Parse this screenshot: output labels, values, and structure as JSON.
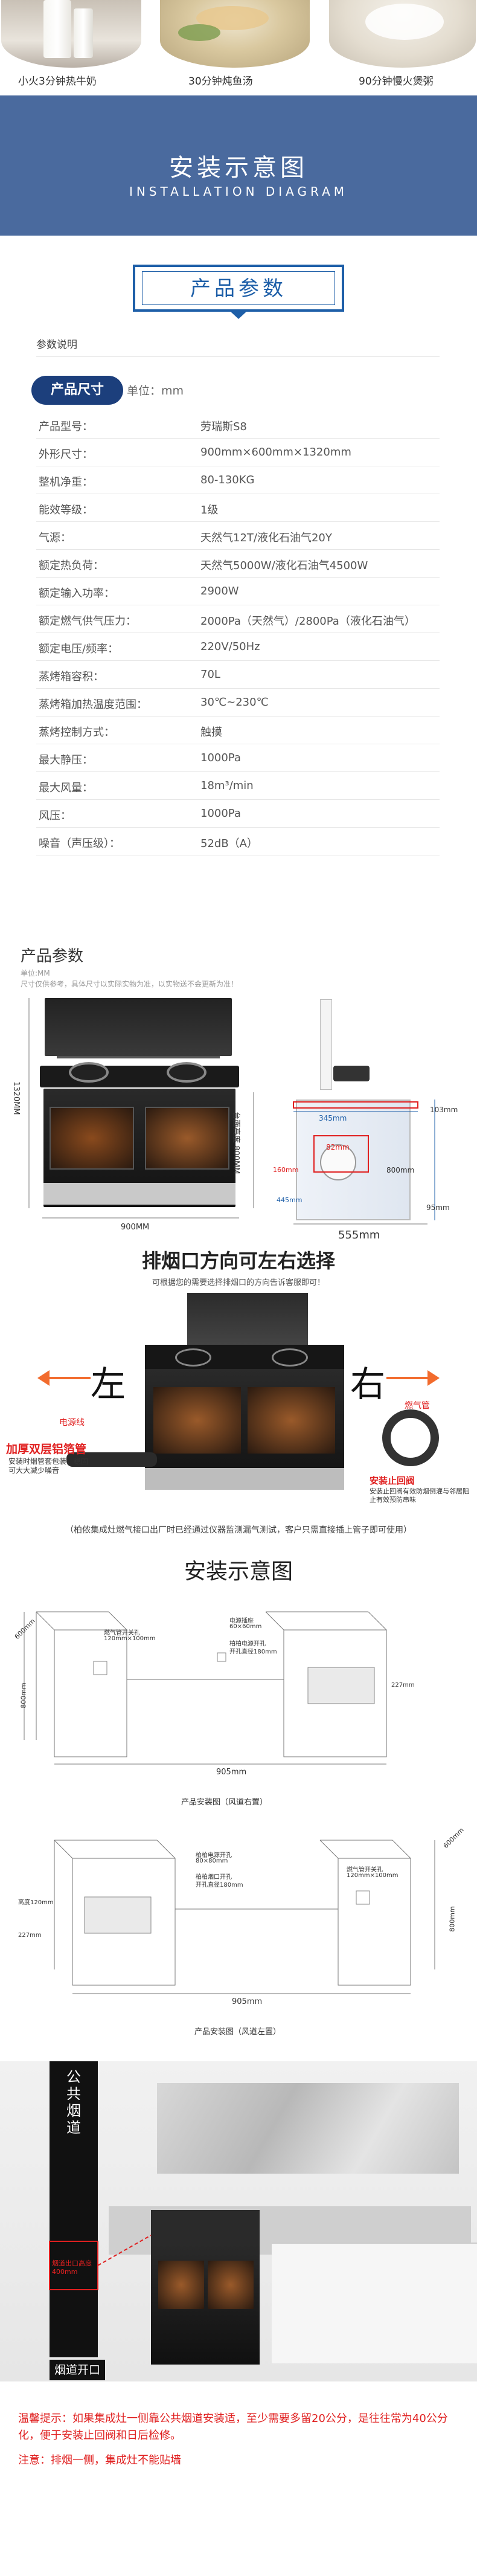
{
  "top_strip": {
    "captions": [
      "小火3分钟热牛奶",
      "30分钟炖鱼汤",
      "90分钟慢火煲粥"
    ]
  },
  "banner": {
    "title": "安装示意图",
    "subtitle": "INSTALLATION DIAGRAM"
  },
  "product_params": {
    "badge": "产品参数",
    "section_label": "参数说明",
    "size_badge": "产品尺寸",
    "size_unit": "单位：mm",
    "rows": [
      {
        "key": "产品型号：",
        "value": "劳瑞斯S8"
      },
      {
        "key": "外形尺寸：",
        "value": "900mm×600mm×1320mm"
      },
      {
        "key": "整机净重：",
        "value": "80-130KG"
      },
      {
        "key": "能效等级：",
        "value": "1级"
      },
      {
        "key": "气源：",
        "value": "天然气12T/液化石油气20Y"
      },
      {
        "key": "额定热负荷：",
        "value": "天然气5000W/液化石油气4500W"
      },
      {
        "key": "额定输入功率：",
        "value": "2900W"
      },
      {
        "key": "额定燃气供气压力：",
        "value": "2000Pa（天然气）/2800Pa（液化石油气）"
      },
      {
        "key": "额定电压/频率：",
        "value": "220V/50Hz"
      },
      {
        "key": "蒸烤箱容积：",
        "value": "70L"
      },
      {
        "key": "蒸烤箱加热温度范围：",
        "value": "30℃~230℃"
      },
      {
        "key": "蒸烤控制方式：",
        "value": "触摸"
      },
      {
        "key": "最大静压：",
        "value": "1000Pa"
      },
      {
        "key": "最大风量：",
        "value": "18m³/min"
      },
      {
        "key": "风压：",
        "value": "1000Pa"
      },
      {
        "key": "噪音（声压级）：",
        "value": "52dB（A）"
      }
    ]
  },
  "dimensions": {
    "title": "产品参数",
    "unit": "单位:MM",
    "note": "尺寸仅供参考，具体尺寸以实际实物为准，以实物送不会更新为准！",
    "height_label": "1320MM",
    "width_label": "900MM",
    "table_height_label": "台面高度 800MM",
    "side_top": "103mm",
    "side_depth": "345mm",
    "side_opening": "82mm",
    "side_hole": "160mm",
    "side_height": "800mm",
    "side_bottom": "95mm",
    "side_left": "445mm",
    "side_width": "555mm"
  },
  "exhaust": {
    "title": "排烟口方向可左右选择",
    "subtitle": "可根据您的需要选择排烟口的方向告诉客服即可！",
    "left": "左",
    "right": "右",
    "power_line": "电源线",
    "gas_pipe": "燃气管",
    "hose_title": "加厚双层铝箔管",
    "hose_desc": "安装时烟管套包装，稳固可大大减少噪音",
    "valve_title": "安装止回阀",
    "valve_desc": "安装止回阀有效防烟倒灌与邻居阻止有效预防串味",
    "footnote": "（柏侬集成灶燃气接口出厂时已经通过仪器监测漏气测试，客户只需直接插上管子即可使用）"
  },
  "install": {
    "title": "安装示意图",
    "d1": {
      "dim_600": "600mm",
      "dim_800": "800mm",
      "gas_switch": "燃气管开关孔",
      "gas_size": "120mm×100mm",
      "power_socket": "电源插座",
      "power_size": "60×60mm",
      "socket_hole": "柏柏电源开孔",
      "socket_hole_size": "开孔直径180mm",
      "width": "905mm",
      "right_dim": "227mm",
      "caption": "产品安装图（风道右置）"
    },
    "d2": {
      "gas_switch": "燃气管开关孔",
      "gas_size": "120mm×100mm",
      "socket": "柏柏电源开孔",
      "socket_size": "80×80mm",
      "hole": "柏柏烟口开孔",
      "hole_size": "开孔直径180mm",
      "height_left": "高度120mm",
      "left_dim": "227mm",
      "dim_600": "600mm",
      "dim_800": "800mm",
      "width": "905mm",
      "caption": "产品安装图（风道左置）"
    },
    "shaft": "公共烟道",
    "smoke_open": "烟道开口",
    "shaft_note": "烟道出口高度 400mm"
  },
  "tip": {
    "line1": "温馨提示：如果集成灶一侧靠公共烟道安装适，至少需要多留20公分，是往往常为40公分化，便于安装止回阀和日后检修。",
    "line2": "注意：排烟一侧，集成灶不能贴墙"
  }
}
